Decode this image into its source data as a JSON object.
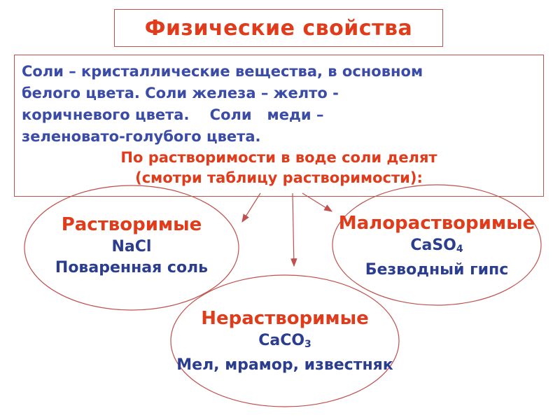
{
  "title": "Физические свойства",
  "description": {
    "lines": [
      "Соли – кристаллические вещества, в основном",
      "белого цвета. Соли железа – желто -",
      "коричневого цвета.    Соли   меди –",
      "зеленовато-голубого цвета."
    ],
    "classification_lines": [
      "По растворимости в воде соли делят",
      "(смотри таблицу растворимости):"
    ]
  },
  "groups": {
    "soluble": {
      "name": "Растворимые",
      "formula": "NaCl",
      "example": "Поваренная соль"
    },
    "slightly_soluble": {
      "name": "Малорастворимые",
      "formula_main": "CaSO",
      "formula_sub": "4",
      "example": "Безводный гипс"
    },
    "insoluble": {
      "name": "Нерастворимые",
      "formula_main": "CaCO",
      "formula_sub": "3",
      "example": "Мел, мрамор, известняк"
    }
  },
  "colors": {
    "title": "#e03c1c",
    "description": "#3a4ba8",
    "group_name": "#e03c1c",
    "group_text": "#2b3d8f",
    "lines": "#c0504d"
  }
}
